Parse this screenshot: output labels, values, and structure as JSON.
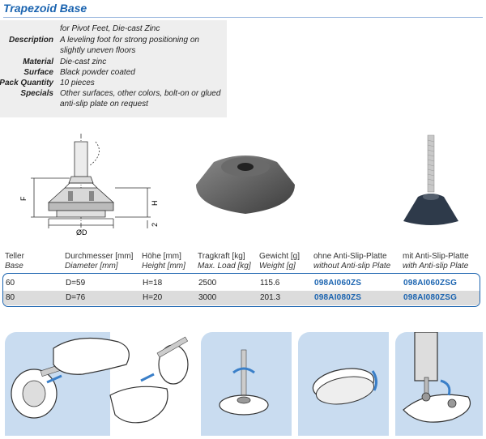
{
  "title": "Trapezoid Base",
  "specs": [
    {
      "key": "",
      "value": "for Pivot Feet, Die-cast Zinc"
    },
    {
      "key": "Description",
      "value": "A leveling foot for strong positioning on slightly uneven floors"
    },
    {
      "key": "Material",
      "value": "Die-cast zinc"
    },
    {
      "key": "Surface",
      "value": "Black powder coated"
    },
    {
      "key": "Pack Quantity",
      "value": "10 pieces"
    },
    {
      "key": "Specials",
      "value": "Other surfaces, other colors, bolt-on or glued anti-slip plate on request"
    }
  ],
  "drawing_labels": {
    "f": "F",
    "h": "H",
    "d": "ØD",
    "two": "2"
  },
  "table": {
    "headers": [
      {
        "de": "Teller",
        "en": "Base"
      },
      {
        "de": "Durchmesser [mm]",
        "en": "Diameter [mm]"
      },
      {
        "de": "Höhe [mm]",
        "en": "Height [mm]"
      },
      {
        "de": "Tragkraft [kg]",
        "en": "Max. Load [kg]"
      },
      {
        "de": "Gewicht [g]",
        "en": "Weight [g]"
      },
      {
        "de": "ohne Anti-Slip-Platte",
        "en": "without Anti-slip Plate"
      },
      {
        "de": "mit Anti-Slip-Platte",
        "en": "with Anti-slip Plate"
      }
    ],
    "rows": [
      {
        "base": "60",
        "diameter": "D=59",
        "height": "H=18",
        "load": "2500",
        "weight": "115.6",
        "without": "098AI060ZS",
        "with": "098AI060ZSG"
      },
      {
        "base": "80",
        "diameter": "D=76",
        "height": "H=20",
        "load": "3000",
        "weight": "201.3",
        "without": "098AI080ZS",
        "with": "098AI080ZSG"
      }
    ]
  },
  "colors": {
    "accent": "#1b64b0",
    "panel": "#c9dcf0",
    "spec_bg": "#eeeeee",
    "row_alt": "#dcdcdc"
  }
}
